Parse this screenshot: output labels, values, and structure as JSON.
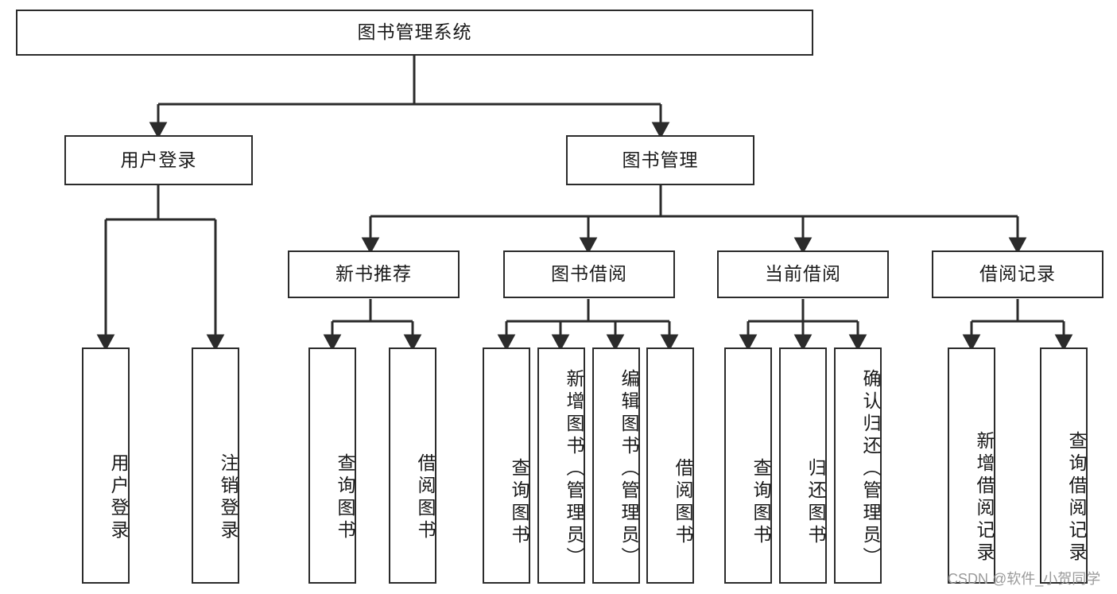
{
  "diagram": {
    "title_node": {
      "label": "图书管理系统"
    },
    "level2": [
      {
        "label": "用户登录"
      },
      {
        "label": "图书管理"
      }
    ],
    "level3": [
      {
        "label": "新书推荐"
      },
      {
        "label": "图书借阅"
      },
      {
        "label": "当前借阅"
      },
      {
        "label": "借阅记录"
      }
    ],
    "leaves": {
      "user_login": [
        {
          "label": "用户登录"
        },
        {
          "label": "注销登录"
        }
      ],
      "new_book_recommend": [
        {
          "label": "查询图书"
        },
        {
          "label": "借阅图书"
        }
      ],
      "book_borrow": [
        {
          "label": "查询图书"
        },
        {
          "label": "新增图书（管理员）"
        },
        {
          "label": "编辑图书（管理员）"
        },
        {
          "label": "借阅图书"
        }
      ],
      "current_borrow": [
        {
          "label": "查询图书"
        },
        {
          "label": "归还图书"
        },
        {
          "label": "确认归还（管理员）"
        }
      ],
      "borrow_record": [
        {
          "label": "新增借阅记录"
        },
        {
          "label": "查询借阅记录"
        }
      ]
    }
  },
  "watermark": {
    "text": "CSDN @软件_小贺同学"
  },
  "colors": {
    "stroke": "#2b2b2b",
    "background": "#ffffff",
    "text": "#1a1a1a",
    "watermark": "#9a9a9a"
  }
}
